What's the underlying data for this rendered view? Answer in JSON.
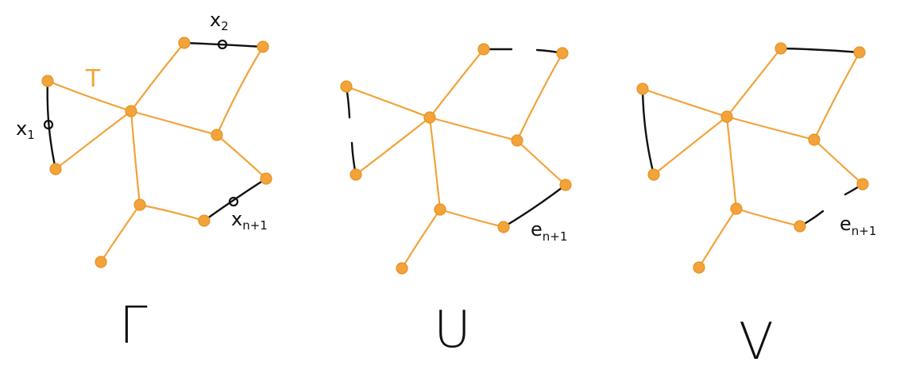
{
  "colors": {
    "tree_edge": "#f2a33a",
    "tree_node": "#f2a33a",
    "extra_edge": "#111111",
    "text": "#111111",
    "background": "#ffffff"
  },
  "panels": [
    {
      "id": "gamma",
      "caption": "Γ",
      "tree_label": "T",
      "edge_labels": [
        {
          "main": "x",
          "sub": "1"
        },
        {
          "main": "x",
          "sub": "2"
        },
        {
          "main": "x",
          "sub": "n+1"
        }
      ]
    },
    {
      "id": "U",
      "caption": "U",
      "edge_labels": [
        {
          "main": "e",
          "sub": "n+1"
        }
      ]
    },
    {
      "id": "V",
      "caption": "V",
      "edge_labels": [
        {
          "main": "e",
          "sub": "n+1"
        }
      ]
    }
  ]
}
